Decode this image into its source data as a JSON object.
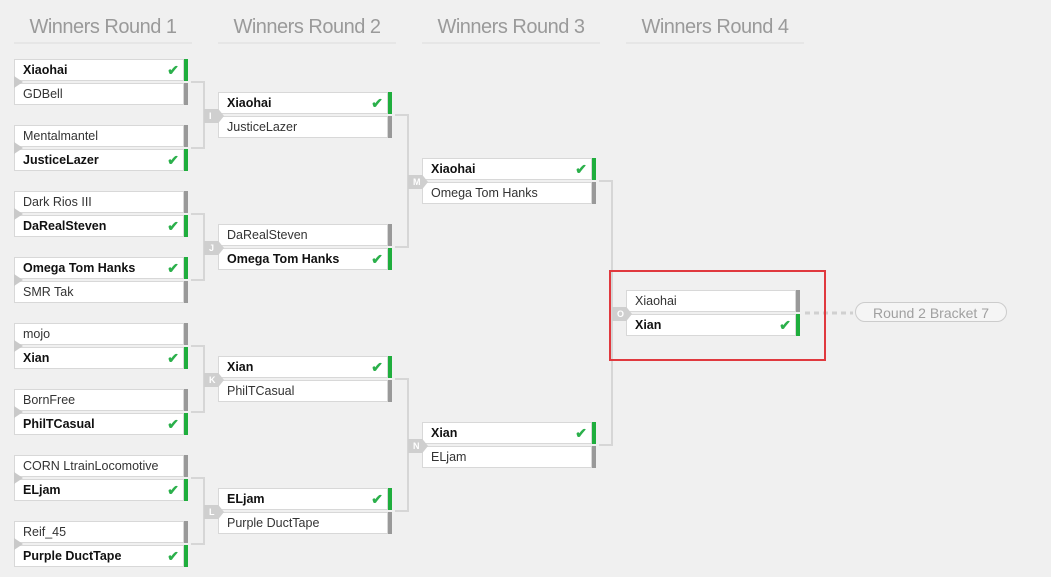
{
  "rounds": [
    {
      "label": "Winners Round 1"
    },
    {
      "label": "Winners Round 2"
    },
    {
      "label": "Winners Round 3"
    },
    {
      "label": "Winners Round 4"
    }
  ],
  "round1": [
    {
      "top": {
        "name": "Xiaohai",
        "winner": true
      },
      "bottom": {
        "name": "GDBell",
        "winner": false
      }
    },
    {
      "top": {
        "name": "Mentalmantel",
        "winner": false
      },
      "bottom": {
        "name": "JusticeLazer",
        "winner": true
      }
    },
    {
      "top": {
        "name": "Dark Rios III",
        "winner": false
      },
      "bottom": {
        "name": "DaRealSteven",
        "winner": true
      }
    },
    {
      "top": {
        "name": "Omega Tom Hanks",
        "winner": true
      },
      "bottom": {
        "name": "SMR Tak",
        "winner": false
      }
    },
    {
      "top": {
        "name": "mojo",
        "winner": false
      },
      "bottom": {
        "name": "Xian",
        "winner": true
      }
    },
    {
      "top": {
        "name": "BornFree",
        "winner": false
      },
      "bottom": {
        "name": "PhilTCasual",
        "winner": true
      }
    },
    {
      "top": {
        "name": "CORN LtrainLocomotive",
        "winner": false
      },
      "bottom": {
        "name": "ELjam",
        "winner": true
      }
    },
    {
      "top": {
        "name": "Reif_45",
        "winner": false
      },
      "bottom": {
        "name": "Purple DuctTape",
        "winner": true
      }
    }
  ],
  "round2": [
    {
      "tag": "I",
      "top": {
        "name": "Xiaohai",
        "winner": true
      },
      "bottom": {
        "name": "JusticeLazer",
        "winner": false
      }
    },
    {
      "tag": "J",
      "top": {
        "name": "DaRealSteven",
        "winner": false
      },
      "bottom": {
        "name": "Omega Tom Hanks",
        "winner": true
      }
    },
    {
      "tag": "K",
      "top": {
        "name": "Xian",
        "winner": true
      },
      "bottom": {
        "name": "PhilTCasual",
        "winner": false
      }
    },
    {
      "tag": "L",
      "top": {
        "name": "ELjam",
        "winner": true
      },
      "bottom": {
        "name": "Purple DuctTape",
        "winner": false
      }
    }
  ],
  "round3": [
    {
      "tag": "M",
      "top": {
        "name": "Xiaohai",
        "winner": true
      },
      "bottom": {
        "name": "Omega Tom Hanks",
        "winner": false
      }
    },
    {
      "tag": "N",
      "top": {
        "name": "Xian",
        "winner": true
      },
      "bottom": {
        "name": "ELjam",
        "winner": false
      }
    }
  ],
  "round4": [
    {
      "tag": "O",
      "top": {
        "name": "Xiaohai",
        "winner": false
      },
      "bottom": {
        "name": "Xian",
        "winner": true
      }
    }
  ],
  "next_bracket": "Round 2 Bracket 7",
  "check_glyph": "✔",
  "colors": {
    "winner_bar": "#1fae3d",
    "loser_bar": "#999999",
    "check": "#2bb04b",
    "highlight": "#e0393e",
    "background": "#f0f0f0"
  }
}
